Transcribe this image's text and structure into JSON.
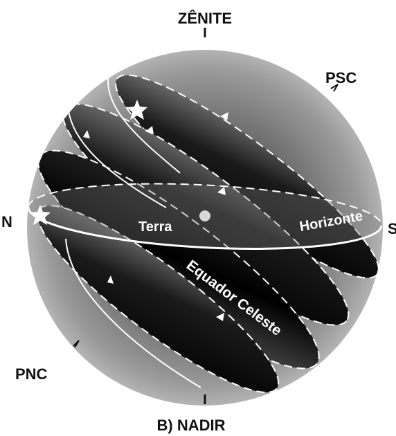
{
  "labels": {
    "zenith": "ZÊNITE",
    "nadir": "B) NADIR",
    "north": "N",
    "south": "S",
    "psc": "PSC",
    "pnc": "PNC",
    "earth": "Terra",
    "horizon": "Horizonte",
    "equator": "Equador Celeste"
  },
  "colors": {
    "sphere_light": "#9a9a9a",
    "sphere_dark": "#0d0d0d",
    "lines": "#ffffff",
    "text": "#111111"
  }
}
